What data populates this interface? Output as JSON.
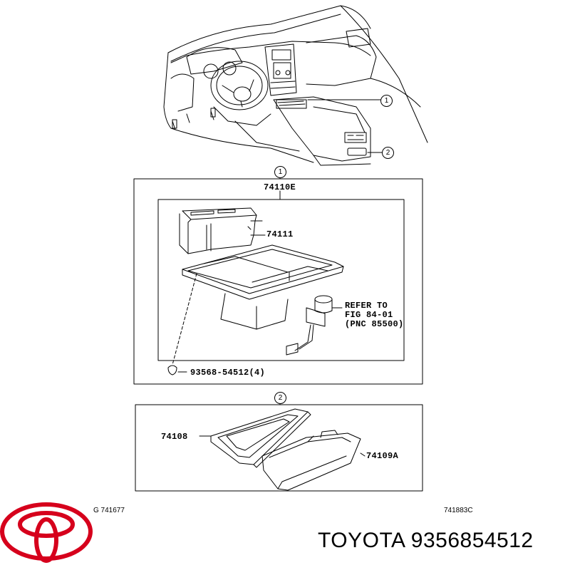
{
  "callouts": {
    "one": "1",
    "two": "2"
  },
  "parts": {
    "assembly": "74110E",
    "lid": "74111",
    "refer_line1": "REFER TO",
    "refer_line2": "FIG 84-01",
    "refer_line3": "(PNC 85500)",
    "clip": "93568-54512(4)",
    "bezel": "74108",
    "tray": "74109A"
  },
  "figure_codes": {
    "left": "G 741677",
    "right": "741883C"
  },
  "brand": {
    "name": "TOYOTA",
    "part_number": "9356854512",
    "logo_color": "#d6001c"
  }
}
